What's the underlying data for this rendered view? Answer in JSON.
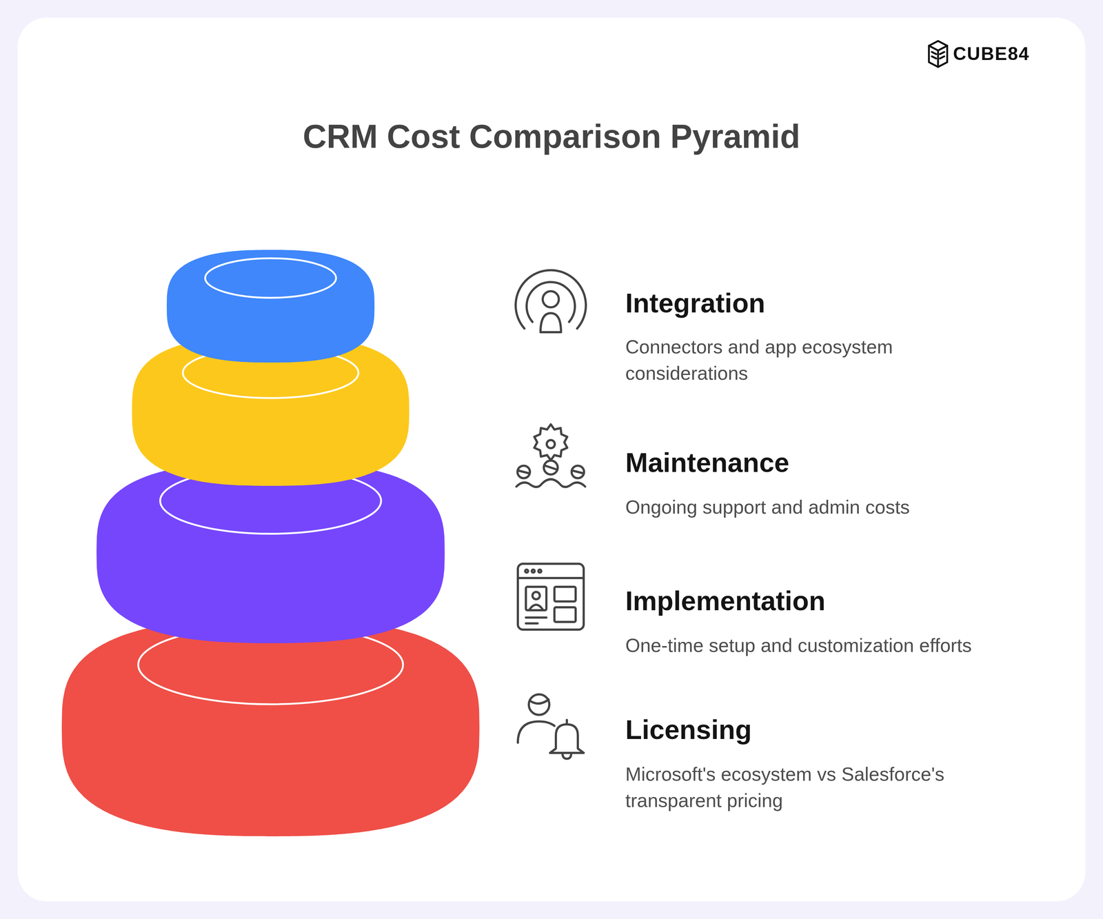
{
  "diagram": {
    "title": "CRM Cost Comparison Pyramid",
    "labels": [
      "CUBE84",
      "Integration",
      "Connectors and app ecosystem considerations",
      "Maintenance",
      "Ongoing support and admin costs",
      "Implementation",
      "One-time setup and customization efforts",
      "Licensing",
      "Microsoft's ecosystem vs Salesforce's transparent pricing"
    ]
  }
}
